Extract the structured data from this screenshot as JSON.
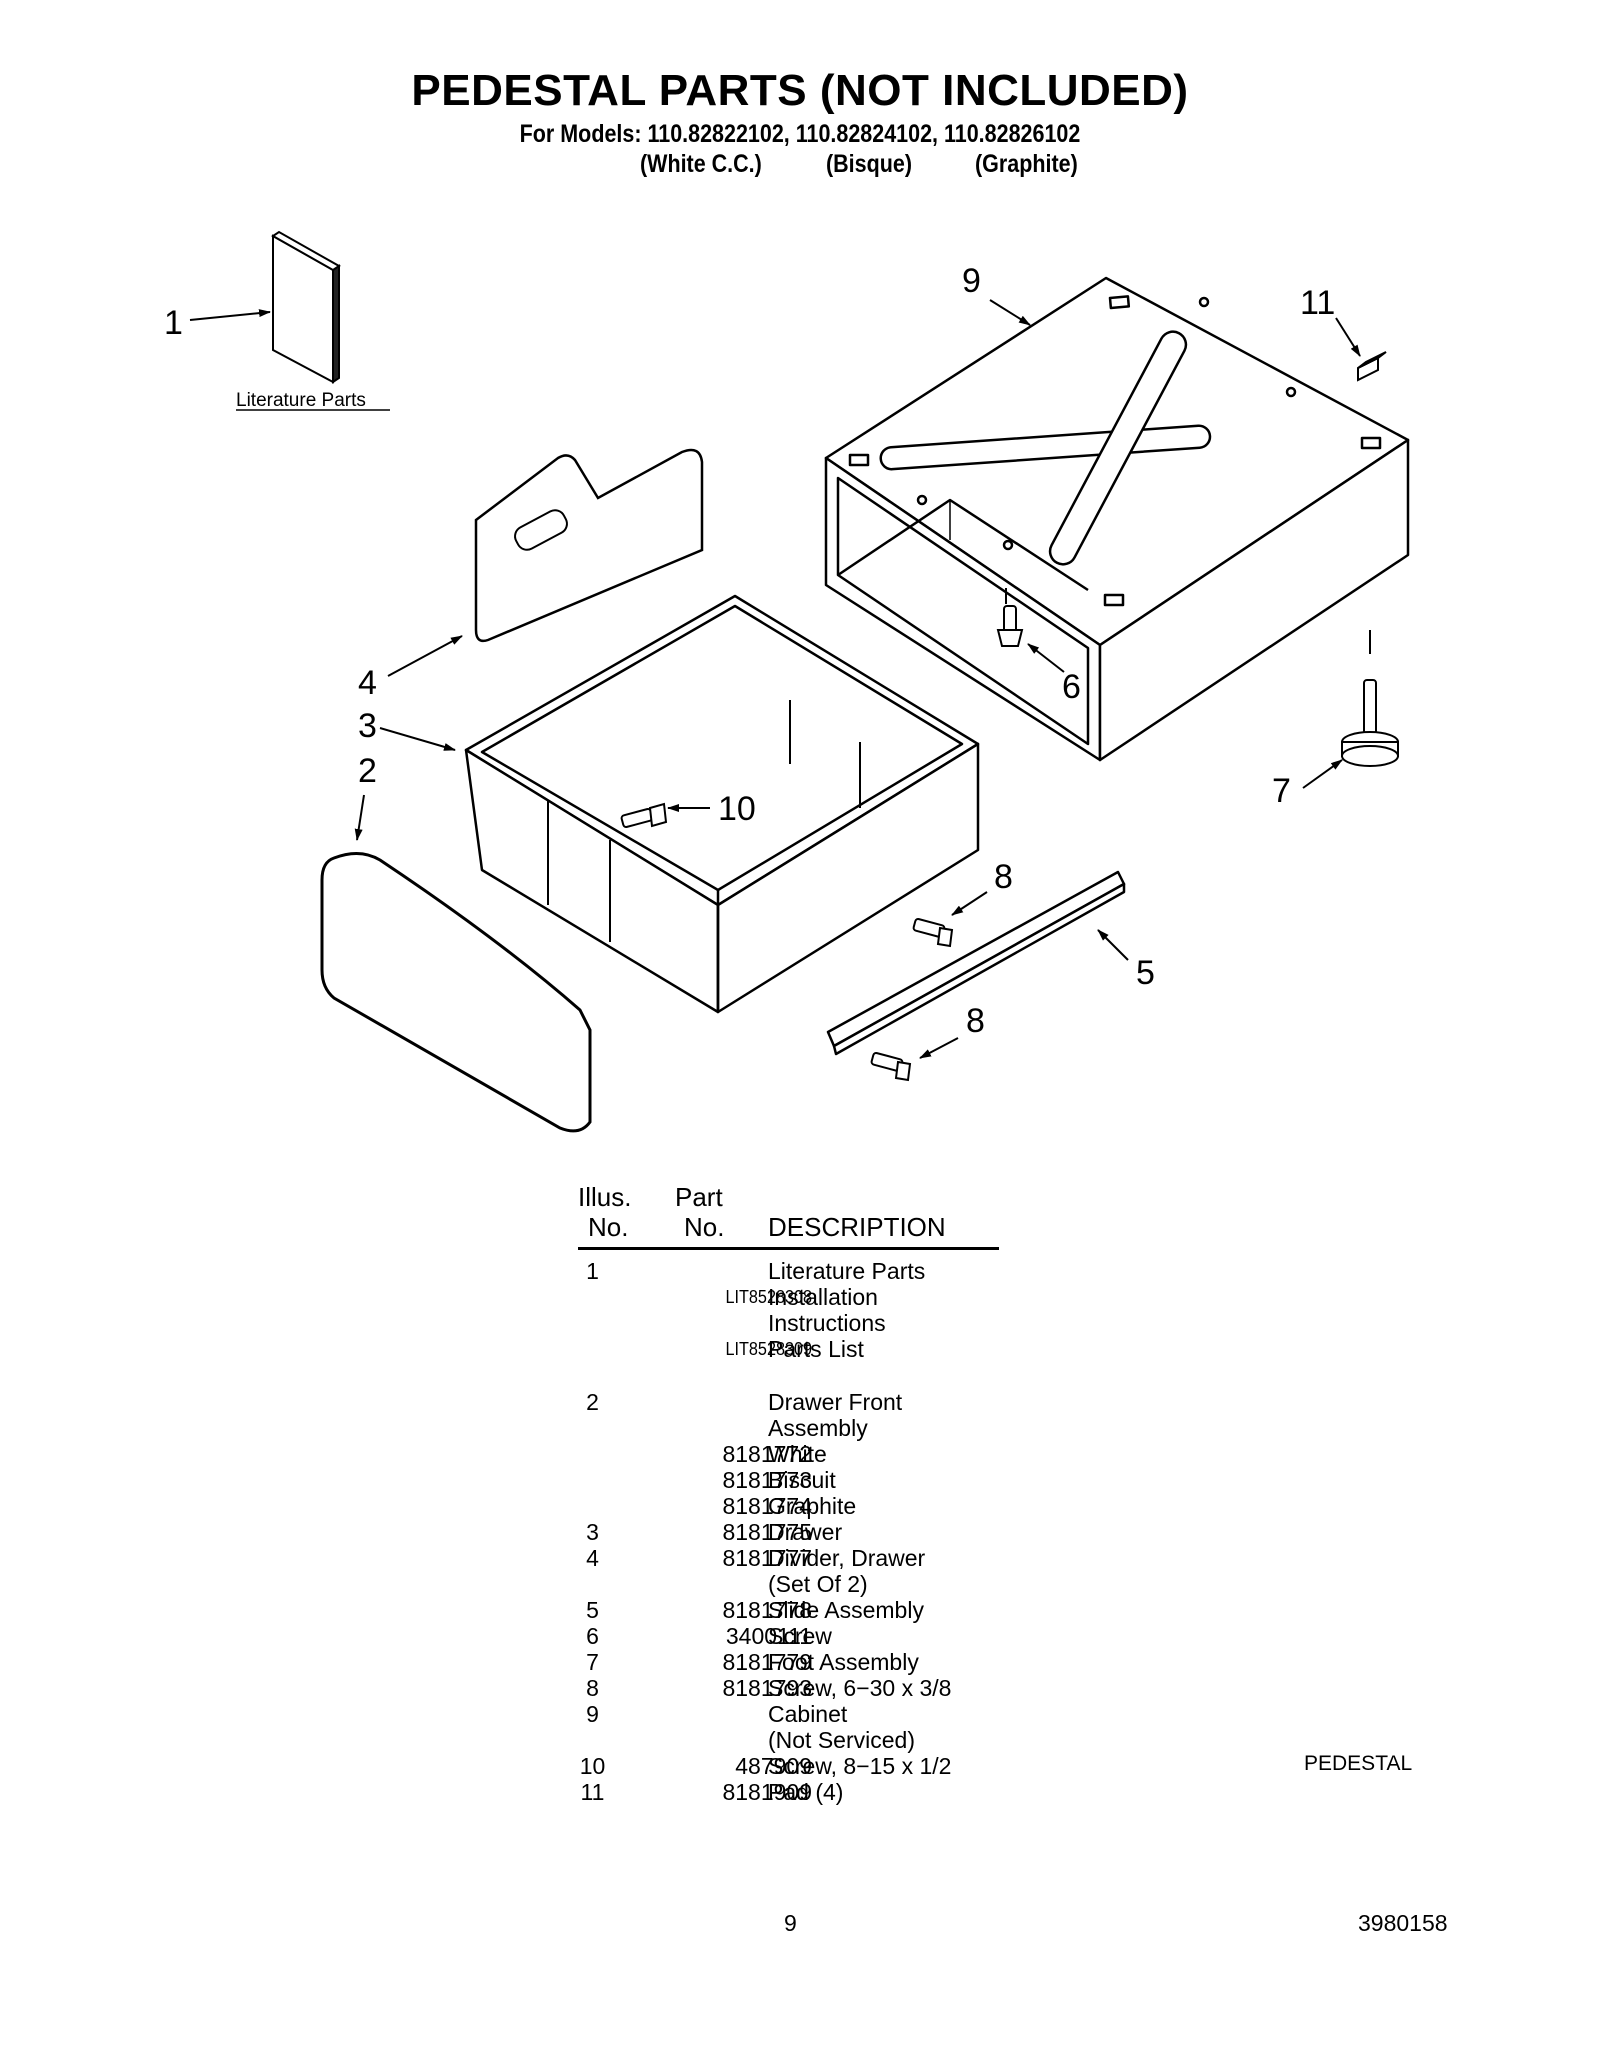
{
  "header": {
    "title": "PEDESTAL PARTS (NOT INCLUDED)",
    "models": "For Models: 110.82822102, 110.82824102, 110.82826102",
    "colors": [
      "(White C.C.)",
      "(Bisque)",
      "(Graphite)"
    ]
  },
  "diagram": {
    "callouts": [
      "1",
      "9",
      "11",
      "4",
      "3",
      "2",
      "6",
      "7",
      "10",
      "8",
      "5",
      "8"
    ],
    "literature_label": "Literature Parts"
  },
  "table": {
    "head_illus_1": "Illus.",
    "head_illus_2": "No.",
    "head_part_1": "Part",
    "head_part_2": "No.",
    "head_desc": "DESCRIPTION",
    "rows": [
      {
        "illus": "1",
        "part": "",
        "desc": "Literature Parts"
      },
      {
        "illus": "",
        "part": "LIT8528308",
        "desc": "Installation"
      },
      {
        "illus": "",
        "part": "",
        "desc": "Instructions"
      },
      {
        "illus": "",
        "part": "LIT8528309",
        "desc": "Parts List"
      },
      {
        "illus": "2",
        "part": "",
        "desc": "Drawer Front"
      },
      {
        "illus": "",
        "part": "",
        "desc": "Assembly"
      },
      {
        "illus": "",
        "part": "8181772",
        "desc": "White"
      },
      {
        "illus": "",
        "part": "8181773",
        "desc": "Biscuit"
      },
      {
        "illus": "",
        "part": "8181774",
        "desc": "Graphite"
      },
      {
        "illus": "3",
        "part": "8181775",
        "desc": "Drawer"
      },
      {
        "illus": "4",
        "part": "8181777",
        "desc": "Divider, Drawer"
      },
      {
        "illus": "",
        "part": "",
        "desc": "(Set Of 2)"
      },
      {
        "illus": "5",
        "part": "8181778",
        "desc": "Slide Assembly"
      },
      {
        "illus": "6",
        "part": "3400111",
        "desc": "Screw"
      },
      {
        "illus": "7",
        "part": "8181779",
        "desc": "Foot Assembly"
      },
      {
        "illus": "8",
        "part": "8181793",
        "desc": "Screw, 6−30 x 3/8"
      },
      {
        "illus": "9",
        "part": "",
        "desc": "Cabinet"
      },
      {
        "illus": "",
        "part": "",
        "desc": "(Not Serviced)"
      },
      {
        "illus": "10",
        "part": "487909",
        "desc": "Screw, 8−15 x 1/2"
      },
      {
        "illus": "11",
        "part": "8181909",
        "desc": "Pad (4)"
      }
    ]
  },
  "footer": {
    "section": "PEDESTAL",
    "page": "9",
    "doc_number": "3980158"
  }
}
